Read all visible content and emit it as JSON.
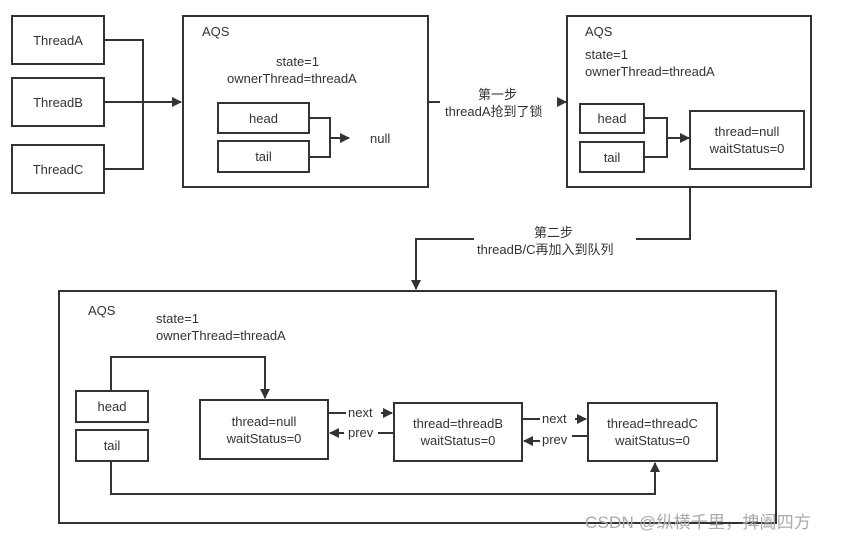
{
  "threads": [
    {
      "label": "ThreadA"
    },
    {
      "label": "ThreadB"
    },
    {
      "label": "ThreadC"
    }
  ],
  "aqs_initial": {
    "title": "AQS",
    "state": "state=1",
    "owner": "ownerThread=threadA",
    "head": "head",
    "tail": "tail",
    "target": "null"
  },
  "step1": {
    "title": "第一步",
    "desc": "threadA抢到了锁"
  },
  "aqs_step1": {
    "title": "AQS",
    "state": "state=1",
    "owner": "ownerThread=threadA",
    "head": "head",
    "tail": "tail",
    "node": {
      "thread": "thread=null",
      "waitStatus": "waitStatus=0"
    }
  },
  "step2": {
    "title": "第二步",
    "desc": "threadB/C再加入到队列"
  },
  "aqs_step2": {
    "title": "AQS",
    "state": "state=1",
    "owner": "ownerThread=threadA",
    "head": "head",
    "tail": "tail",
    "nodes": [
      {
        "thread": "thread=null",
        "waitStatus": "waitStatus=0"
      },
      {
        "thread": "thread=threadB",
        "waitStatus": "waitStatus=0"
      },
      {
        "thread": "thread=threadC",
        "waitStatus": "waitStatus=0"
      }
    ],
    "links": [
      {
        "next": "next",
        "prev": "prev"
      },
      {
        "next": "next",
        "prev": "prev"
      }
    ]
  },
  "watermark": "CSDN @纵横千里，捭阖四方",
  "colors": {
    "line": "#333333",
    "text": "#333333",
    "watermark": "#aaaaaa"
  }
}
